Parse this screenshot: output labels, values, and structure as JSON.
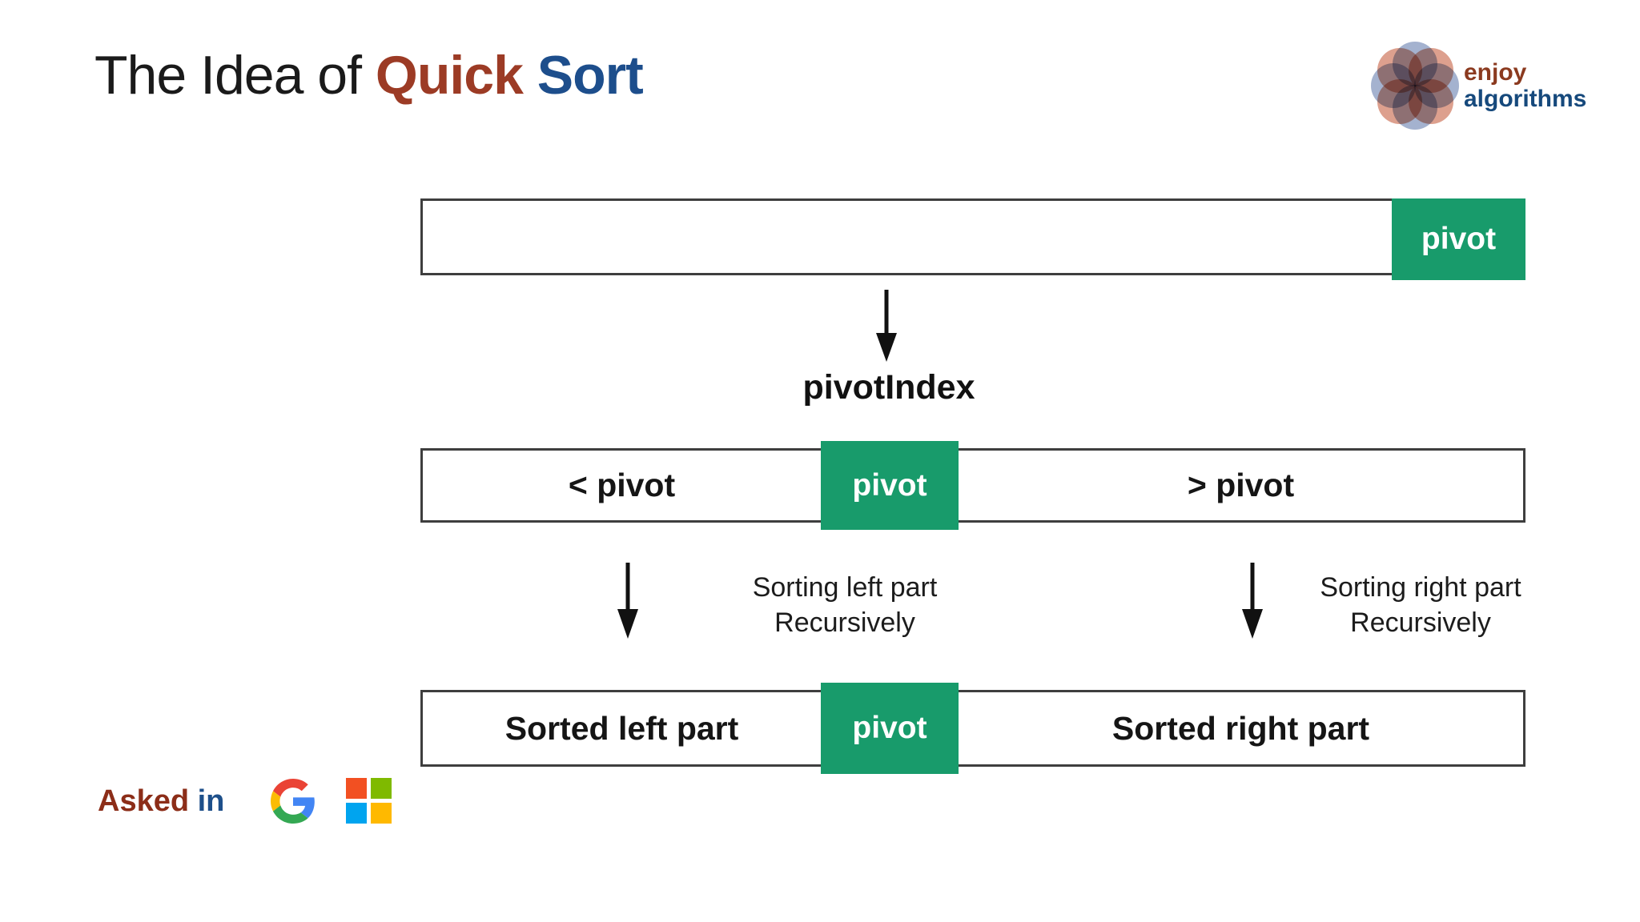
{
  "title": {
    "prefix": "The Idea of ",
    "quick": "Quick ",
    "sort": "Sort"
  },
  "brand": {
    "line1": "enjoy",
    "line2": "algorithms"
  },
  "diagram": {
    "bar1": {
      "pivot": "pivot"
    },
    "pivot_index_label": "pivotIndex",
    "bar2": {
      "left": "< pivot",
      "pivot": "pivot",
      "right": "> pivot"
    },
    "note_left": {
      "line1": "Sorting left part",
      "line2": "Recursively"
    },
    "note_right": {
      "line1": "Sorting right part",
      "line2": "Recursively"
    },
    "bar3": {
      "left": "Sorted left part",
      "pivot": "pivot",
      "right": "Sorted right part"
    }
  },
  "footer": {
    "asked": "Asked ",
    "in": "in"
  },
  "colors": {
    "pivot_green": "#189b6b",
    "bar_border": "#3e3e3e",
    "title_quick_brown": "#9c3b25",
    "title_sort_blue": "#1d4e8c",
    "brand_brown": "#8b3a1f",
    "brand_blue": "#16497c",
    "google_blue": "#4285F4",
    "google_red": "#EA4335",
    "google_yellow": "#FBBC05",
    "google_green": "#34A853",
    "ms_red": "#F25022",
    "ms_green": "#7FBA00",
    "ms_blue": "#00A4EF",
    "ms_yellow": "#FFB900"
  }
}
